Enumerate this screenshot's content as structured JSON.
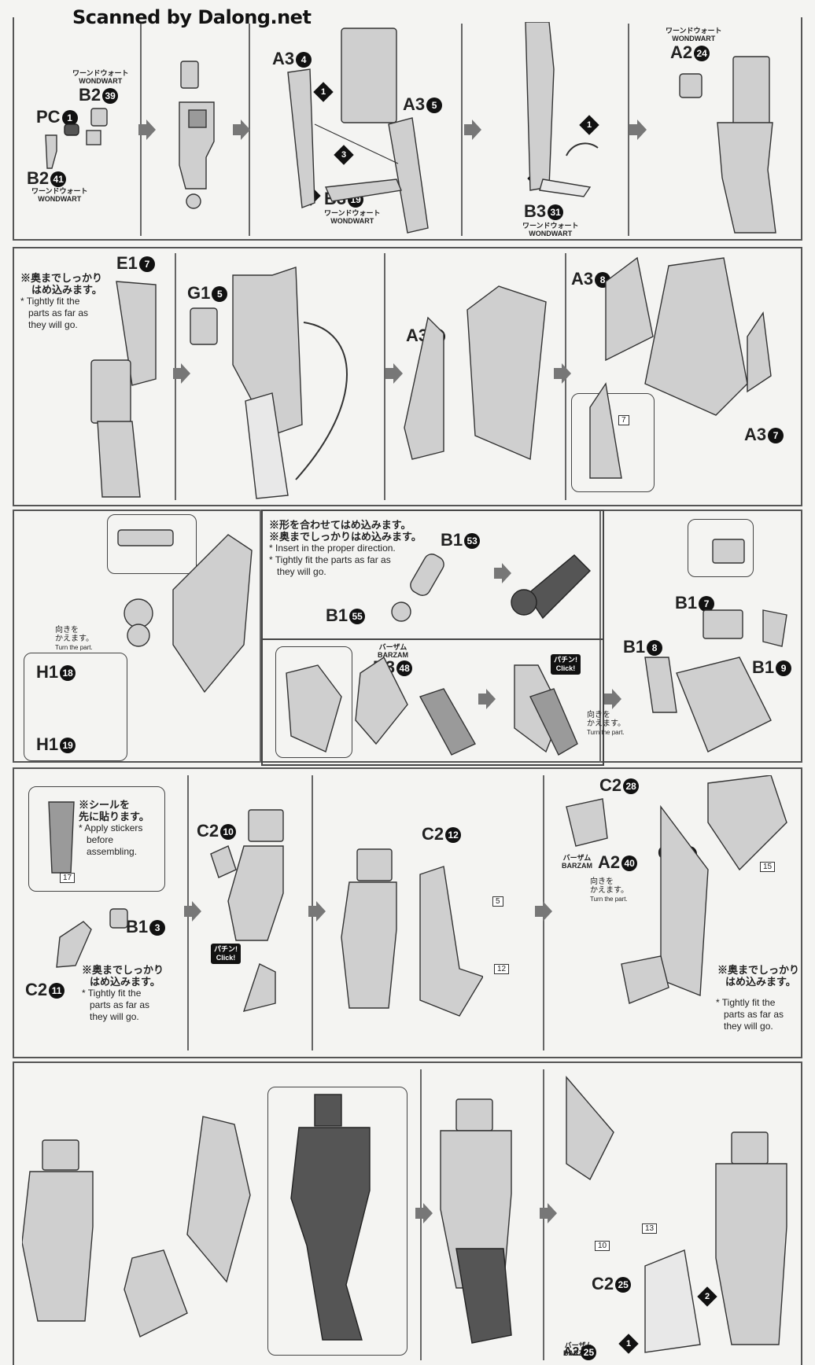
{
  "header": "Scanned by Dalong.net",
  "labels": {
    "b2_39": "B2",
    "b2_39n": "39",
    "pc1": "PC",
    "pc1n": "1",
    "b2_41": "B2",
    "b2_41n": "41",
    "a3_4": "A3",
    "a3_4n": "4",
    "a3_5": "A3",
    "a3_5n": "5",
    "b3_19": "B3",
    "b3_19n": "19",
    "b3_31": "B3",
    "b3_31n": "31",
    "a2_24": "A2",
    "a2_24n": "24",
    "e1_7": "E1",
    "e1_7n": "7",
    "g1_5": "G1",
    "g1_5n": "5",
    "a3_2": "A3",
    "a3_2n": "2",
    "a3_8": "A3",
    "a3_8n": "8",
    "a3_7": "A3",
    "a3_7n": "7",
    "b1_53": "B1",
    "b1_53n": "53",
    "b1_55": "B1",
    "b1_55n": "55",
    "h1_18": "H1",
    "h1_18n": "18",
    "h1_19": "H1",
    "h1_19n": "19",
    "b3_48": "B3",
    "b3_48n": "48",
    "b1_7": "B1",
    "b1_7n": "7",
    "b1_8": "B1",
    "b1_8n": "8",
    "b1_9": "B1",
    "b1_9n": "9",
    "c2_10": "C2",
    "c2_10n": "10",
    "c2_12": "C2",
    "c2_12n": "12",
    "c2_28": "C2",
    "c2_28n": "28",
    "a2_40": "A2",
    "a2_40n": "40",
    "c2_26": "C2",
    "c2_26n": "26",
    "b1_3": "B1",
    "b1_3n": "3",
    "c2_11": "C2",
    "c2_11n": "11",
    "c2_25": "C2",
    "c2_25n": "25",
    "a2_25": "A2",
    "a2_25n": "25"
  },
  "subs": {
    "wondwart_kana": "ワーンドウォート",
    "wondwart": "WONDWART",
    "barzam_kana": "バーザム",
    "barzam": "BARZAM"
  },
  "notes": {
    "tight_jp1": "※奥までしっかり",
    "tight_jp2": "はめ込みます。",
    "tight_en1": "* Tightly fit the",
    "tight_en2": "parts as far as",
    "tight_en3": "they will go.",
    "shape_jp": "※形を合わせてはめ込みます。",
    "tight_jp_full": "※奥までしっかりはめ込みます。",
    "insert_en": "* Insert in the proper direction.",
    "tight_en_full1": "* Tightly fit the parts as far as",
    "tight_en_full2": "they will go.",
    "turn_jp1": "向きを",
    "turn_jp2": "かえます。",
    "turn_en": "Turn the part.",
    "sticker_jp1": "※シールを",
    "sticker_jp2": "先に貼ります。",
    "sticker_en1": "* Apply stickers",
    "sticker_en2": "before",
    "sticker_en3": "assembling.",
    "click1": "パチン!",
    "click2": "Click!"
  },
  "stickers": [
    "7",
    "17",
    "5",
    "12",
    "15",
    "13",
    "10"
  ],
  "steps": [
    "1",
    "2",
    "3"
  ]
}
